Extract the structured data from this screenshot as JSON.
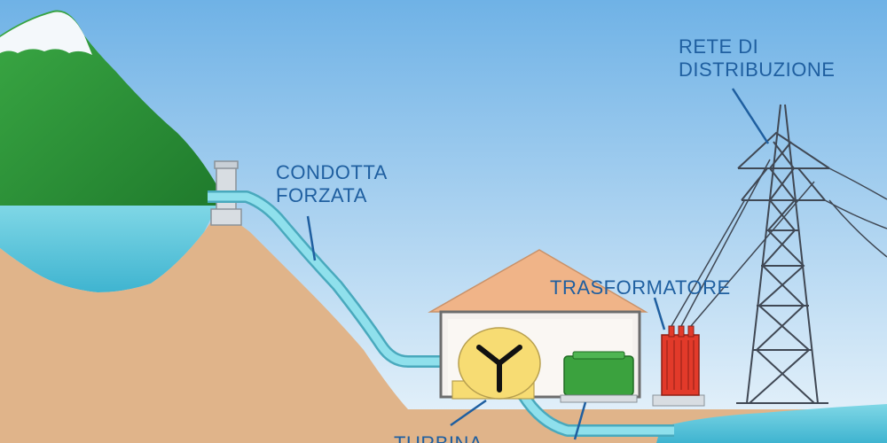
{
  "labels": {
    "condotta": [
      "CONDOTTA",
      "FORZATA"
    ],
    "trasformatore": "TRASFORMATORE",
    "rete": [
      "RETE DI",
      "DISTRIBUZIONE"
    ],
    "turbina_partial": "TURBINA"
  },
  "colors": {
    "sky_top": "#6fb2e6",
    "sky_bottom": "#e8f3fb",
    "ground": "#e0b48a",
    "mountain_green": "#2f9a3a",
    "snow": "#f4f8fb",
    "water": "#5cc7dd",
    "pipe": "#6fd3e2",
    "roof": "#f0b488",
    "building_wall": "#f5f1ee",
    "turbine_yellow": "#f7dc73",
    "generator_green": "#3ba23e",
    "transformer_red": "#e23a2a",
    "tower": "#404854",
    "label_text": "#1f5fa0"
  }
}
